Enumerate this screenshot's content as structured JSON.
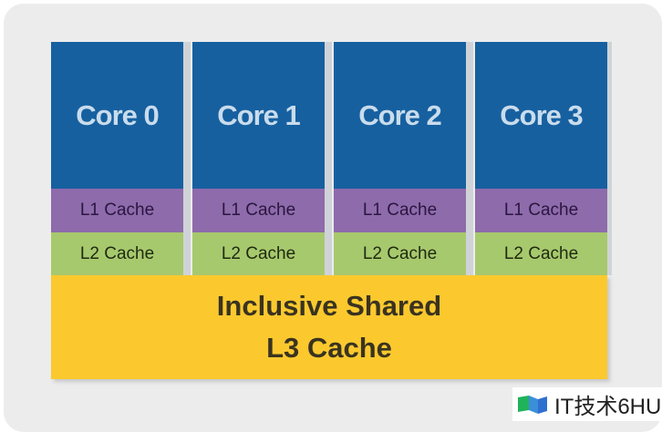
{
  "cores": [
    {
      "label": "Core 0",
      "l1": "L1 Cache",
      "l2": "L2 Cache"
    },
    {
      "label": "Core 1",
      "l1": "L1 Cache",
      "l2": "L2 Cache"
    },
    {
      "label": "Core 2",
      "l1": "L1 Cache",
      "l2": "L2 Cache"
    },
    {
      "label": "Core 3",
      "l1": "L1 Cache",
      "l2": "L2 Cache"
    }
  ],
  "l3": {
    "line1": "Inclusive Shared",
    "line2": "L3 Cache"
  },
  "watermark": {
    "text": "IT技术6HU"
  },
  "colors": {
    "core": "#1660a0",
    "l1": "#8e6bab",
    "l2": "#a7c96d",
    "l3": "#fbc92e"
  }
}
